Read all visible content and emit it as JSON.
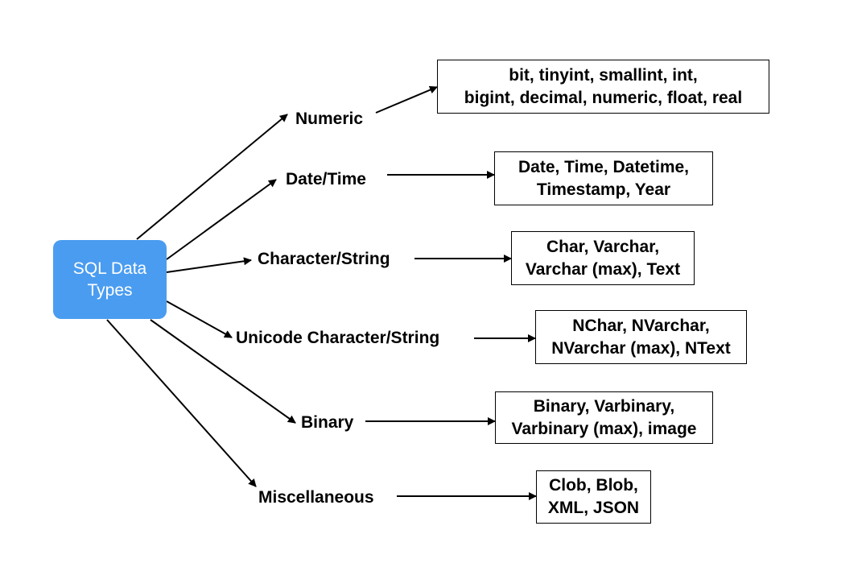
{
  "root": {
    "line1": "SQL Data",
    "line2": "Types",
    "color": "#4a9cf0"
  },
  "categories": [
    {
      "label": "Numeric",
      "types_line1": "bit, tinyint, smallint, int,",
      "types_line2": "bigint, decimal, numeric, float, real"
    },
    {
      "label": "Date/Time",
      "types_line1": "Date, Time, Datetime,",
      "types_line2": "Timestamp, Year"
    },
    {
      "label": "Character/String",
      "types_line1": "Char, Varchar,",
      "types_line2": "Varchar (max), Text"
    },
    {
      "label": "Unicode Character/String",
      "types_line1": "NChar, NVarchar,",
      "types_line2": "NVarchar (max), NText"
    },
    {
      "label": "Binary",
      "types_line1": "Binary, Varbinary,",
      "types_line2": "Varbinary (max), image"
    },
    {
      "label": "Miscellaneous",
      "types_line1": "Clob, Blob,",
      "types_line2": "XML, JSON"
    }
  ]
}
